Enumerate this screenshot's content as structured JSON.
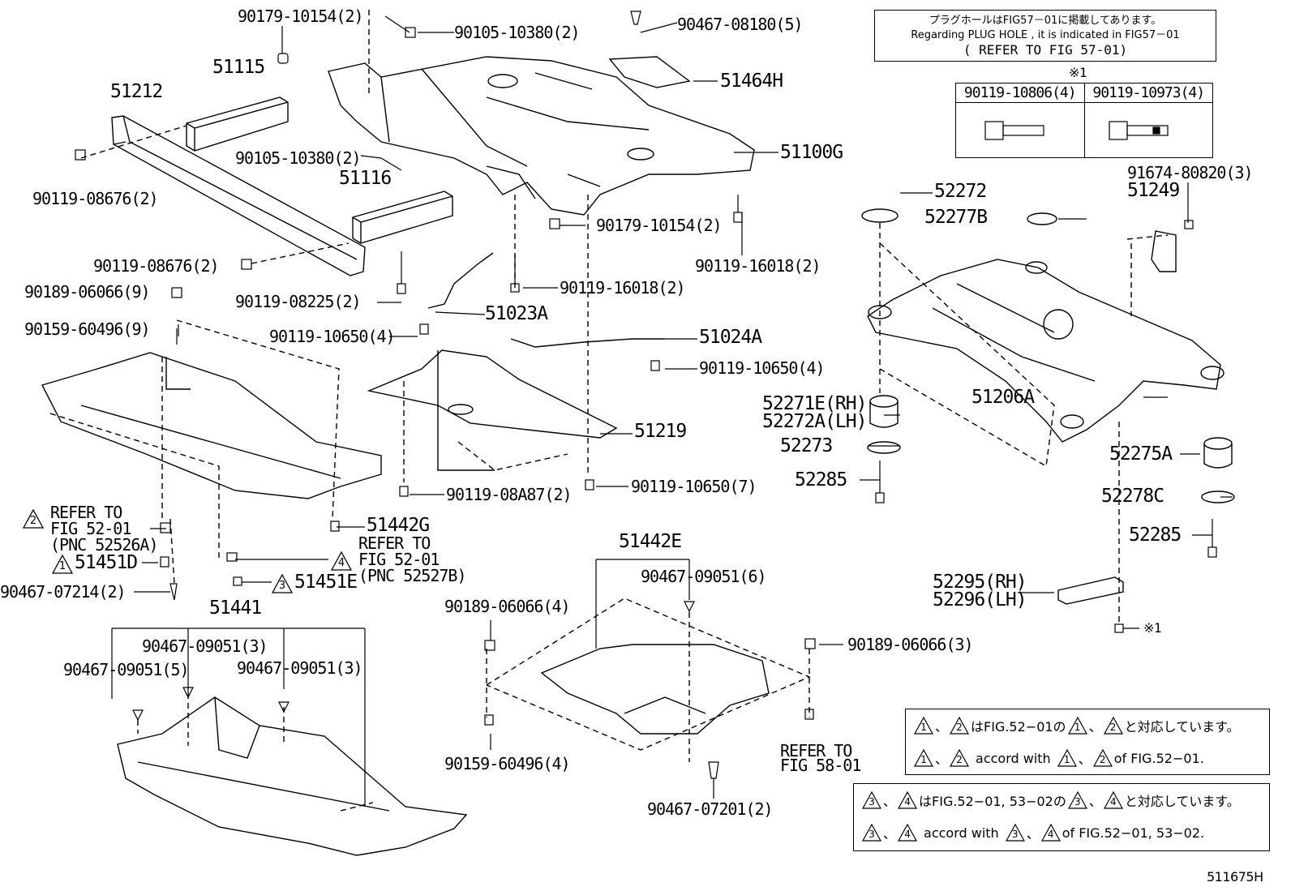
{
  "note_box": {
    "line1": "プラグホールはFIG57－01に掲載してあります。",
    "line2": "Regarding PLUG HOLE , it is indicated in FIG57－01",
    "line3": "( REFER TO FIG 57-01)"
  },
  "table": {
    "mark": "※1",
    "col1": "90119-10806(4)",
    "col2": "90119-10973(4)"
  },
  "labels": {
    "p90179_10154_top": "90179-10154(2)",
    "p90105_10380_top": "90105-10380(2)",
    "p90467_08180": "90467-08180(5)",
    "p51464H": "51464H",
    "p51115": "51115",
    "p51212": "51212",
    "p51100G": "51100G",
    "p90105_10380_mid": "90105-10380(2)",
    "p51116": "51116",
    "p90119_08676_a": "90119-08676(2)",
    "p90179_10154_mid": "90179-10154(2)",
    "p90119_16018_r": "90119-16018(2)",
    "p90119_08676_b": "90119-08676(2)",
    "p90119_16018_c": "90119-16018(2)",
    "p90119_08225": "90119-08225(2)",
    "p90189_06066_9": "90189-06066(9)",
    "p51023A": "51023A",
    "p90159_60496_9": "90159-60496(9)",
    "p90119_10650_4a": "90119-10650(4)",
    "p51024A": "51024A",
    "p90119_10650_4b": "90119-10650(4)",
    "p51219": "51219",
    "p90119_08A87": "90119-08A87(2)",
    "p90119_10650_7": "90119-10650(7)",
    "refer2_l1": "REFER TO",
    "refer2_l2": "FIG 52-01",
    "refer2_l3": "(PNC 52526A)",
    "p51442G": "51442G",
    "refer4_l1": "REFER TO",
    "refer4_l2": "FIG 52-01",
    "refer4_l3": "(PNC 52527B)",
    "p51451D": "51451D",
    "p51451E": "51451E",
    "p90467_07214": "90467-07214(2)",
    "p51441": "51441",
    "p90467_09051_3a": "90467-09051(3)",
    "p90467_09051_5": "90467-09051(5)",
    "p90467_09051_3b": "90467-09051(3)",
    "p51442E": "51442E",
    "p90467_09051_6": "90467-09051(6)",
    "p90189_06066_4": "90189-06066(4)",
    "p90189_06066_3": "90189-06066(3)",
    "p90159_60496_4": "90159-60496(4)",
    "referfig58_l1": "REFER TO",
    "referfig58_l2": "FIG 58-01",
    "p90467_07201": "90467-07201(2)",
    "p52272": "52272",
    "p52277B": "52277B",
    "p91674_80820": "91674-80820(3)",
    "p51249": "51249",
    "p52271E": "52271E(RH)",
    "p52272A": "52272A(LH)",
    "p51206A": "51206A",
    "p52273": "52273",
    "p52275A": "52275A",
    "p52285a": "52285",
    "p52278C": "52278C",
    "p52285b": "52285",
    "p52295": "52295(RH)",
    "p52296": "52296(LH)",
    "mark1": "※1",
    "tri1": "1",
    "tri2": "2",
    "tri3": "3",
    "tri4": "4"
  },
  "legend1": {
    "jp_sep": "、",
    "jp_mid": "はFIG.52−01の",
    "jp_end": "と対応しています。",
    "en_mid": "accord with",
    "en_end": "of FIG.52−01.",
    "a": "1",
    "b": "2"
  },
  "legend2": {
    "jp_sep": "、",
    "jp_mid": "はFIG.52−01, 53−02の",
    "jp_end": "と対応しています。",
    "en_mid": "accord with",
    "en_end": "of FIG.52−01, 53−02.",
    "a": "3",
    "b": "4"
  },
  "figure_id": "511675H"
}
